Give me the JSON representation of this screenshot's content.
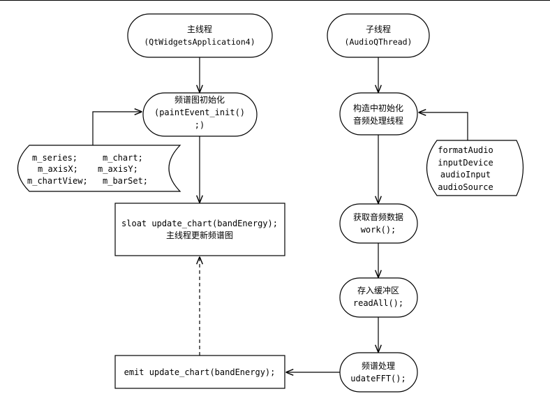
{
  "main_thread": {
    "start": {
      "line1": "主线程",
      "line2": "(QtWidgetsApplication4)"
    },
    "init": {
      "line1": "频谱图初始化",
      "line2": "(paintEvent_init()",
      "line3": ";)"
    },
    "storage": {
      "row1": {
        "a": "m_series;",
        "b": "m_chart;"
      },
      "row2": {
        "a": "m_axisX;",
        "b": "m_axisY;"
      },
      "row3": {
        "a": "m_chartView;",
        "b": "m_barSet;"
      }
    },
    "slot": {
      "line1": "sloat update_chart(bandEnergy);",
      "line2": "主线程更新频谱图"
    },
    "emit": {
      "line1": "emit update_chart(bandEnergy);"
    }
  },
  "sub_thread": {
    "start": {
      "line1": "子线程",
      "line2": "(AudioQThread)"
    },
    "construct": {
      "line1": "构造中初始化",
      "line2": "音频处理线程"
    },
    "storage": {
      "items": [
        "formatAudio",
        "inputDevice",
        "audioInput",
        "audioSource"
      ]
    },
    "work": {
      "line1": "获取音频数据",
      "line2": "work();"
    },
    "buffer": {
      "line1": "存入缓冲区",
      "line2": "readAll();"
    },
    "fft": {
      "line1": "频谱处理",
      "line2": "udateFFT();"
    }
  }
}
